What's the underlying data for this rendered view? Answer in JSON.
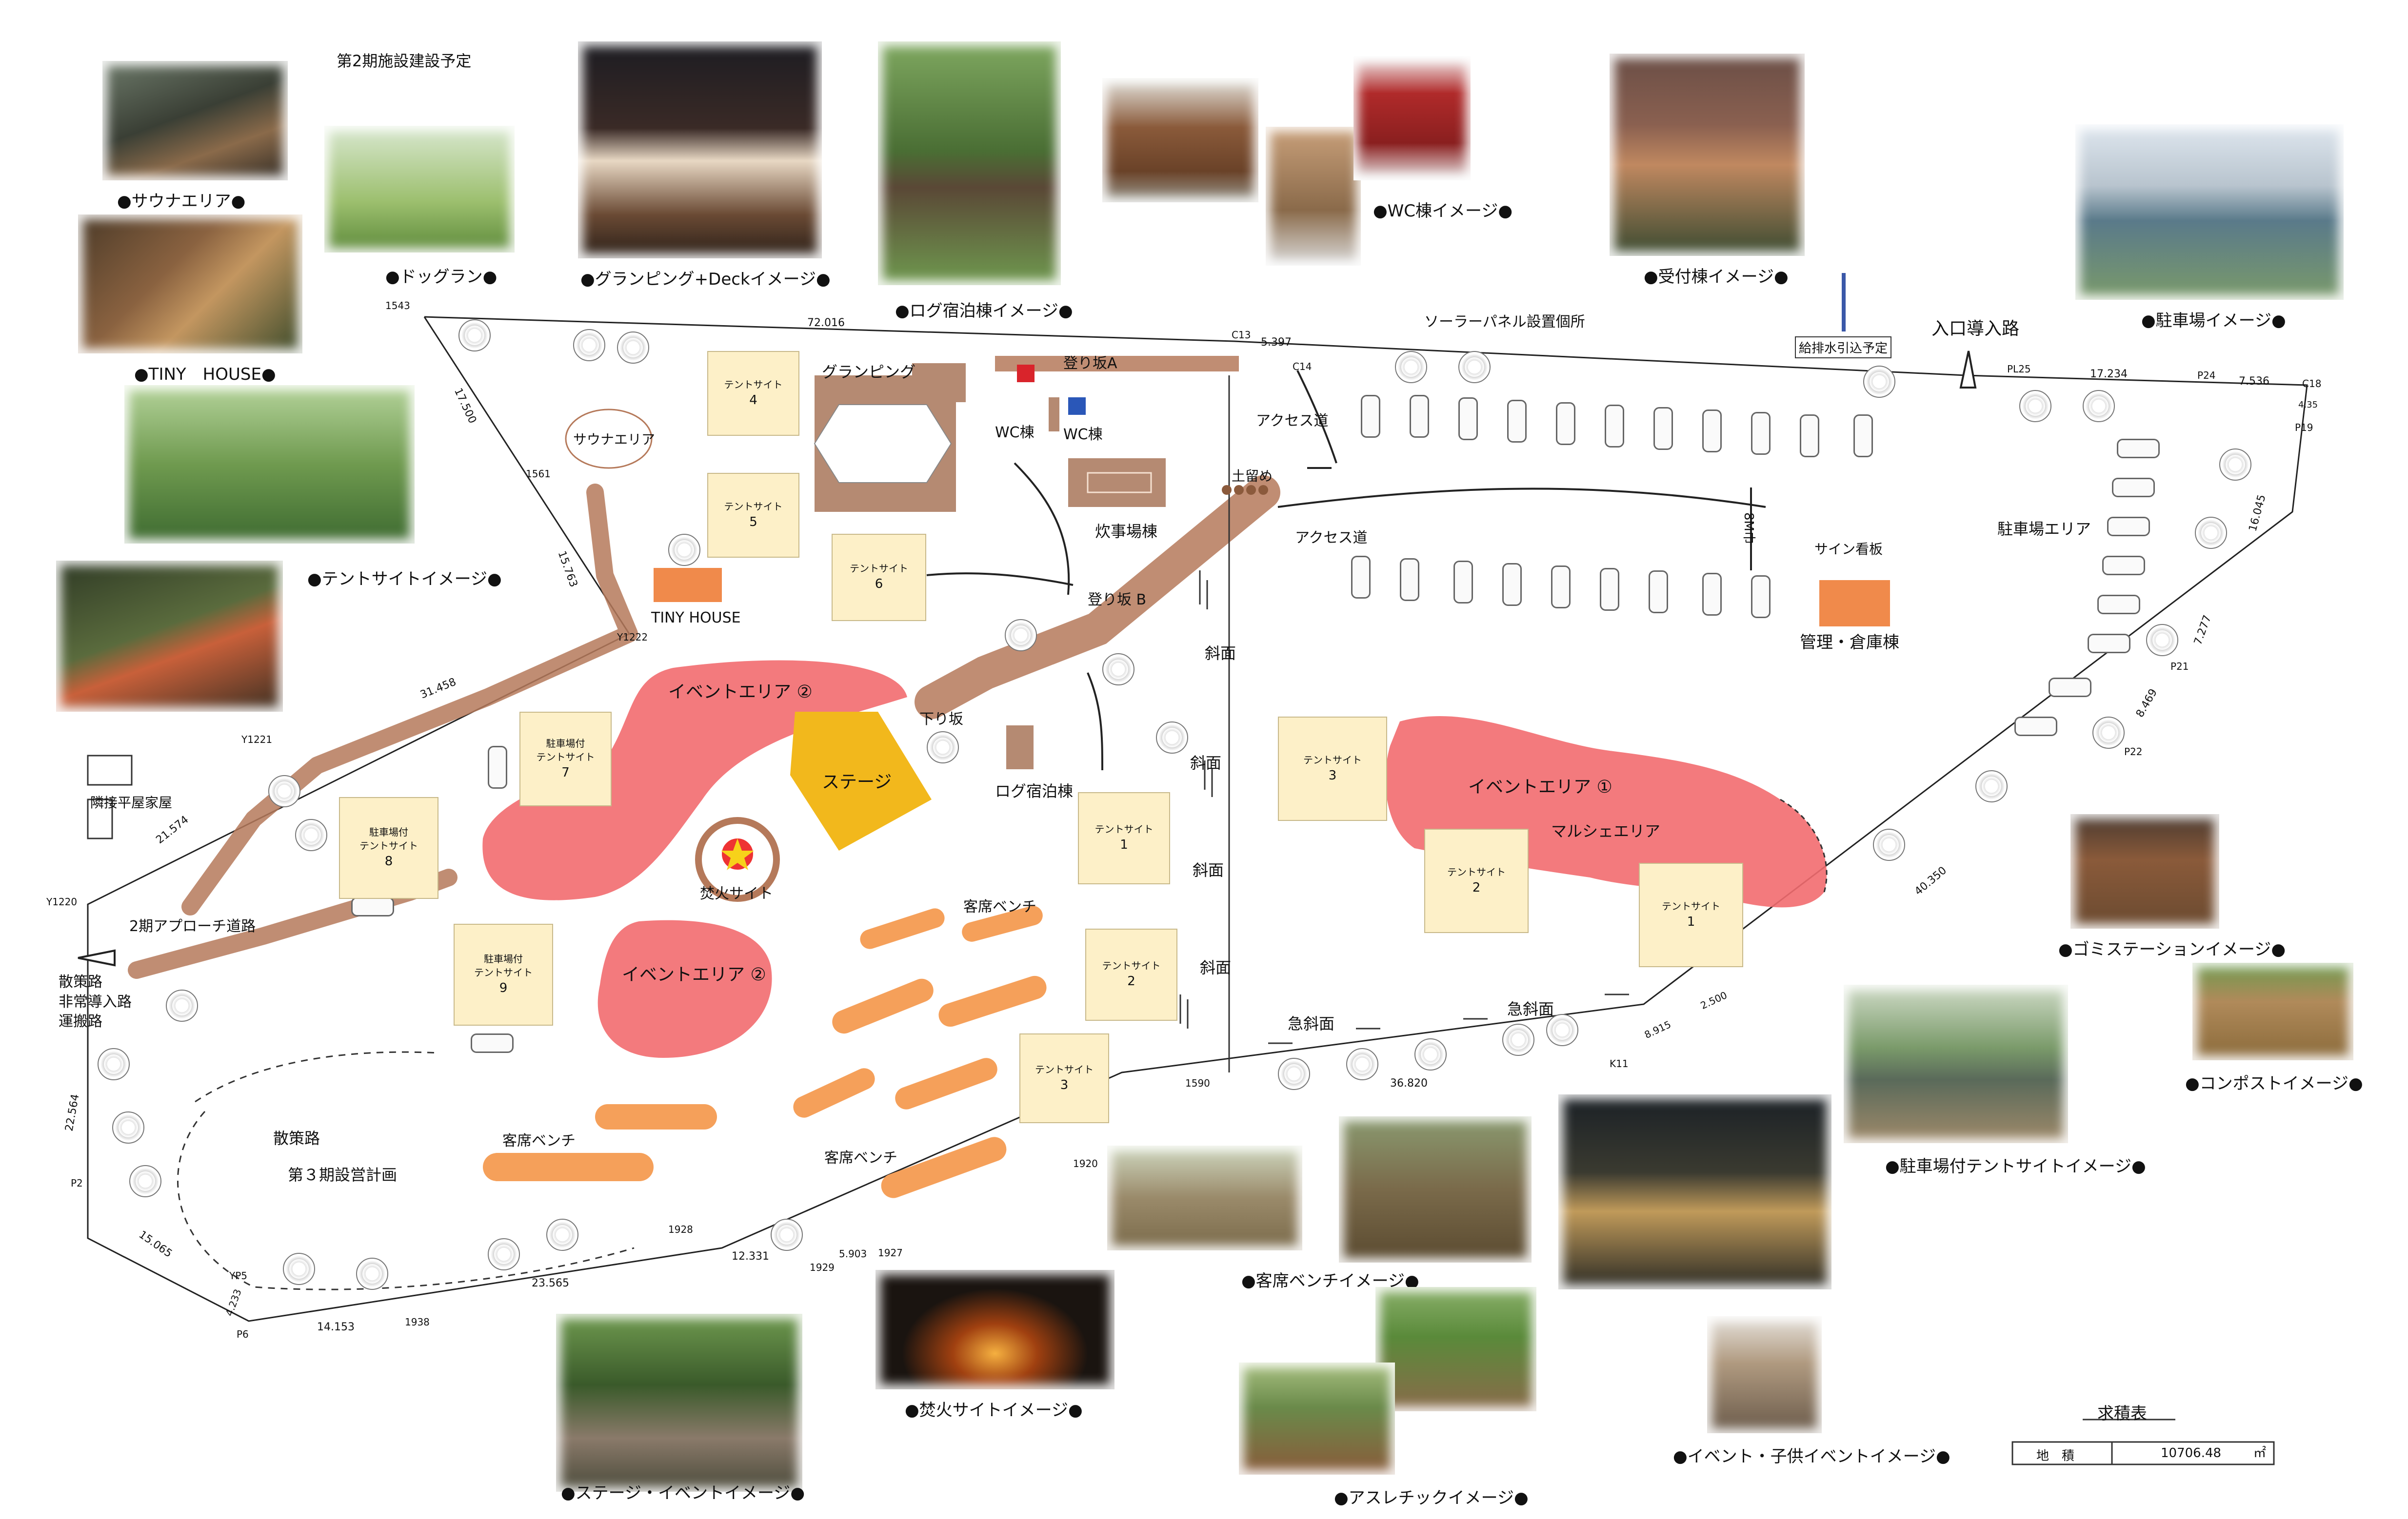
{
  "header": {
    "phase2_plan": "第2期施設建設予定"
  },
  "photo_captions": {
    "sauna": "サウナエリア",
    "dogrun": "ドッグラン",
    "glamping": "グランピング+Deckイメージ",
    "log_cabin": "ログ宿泊棟イメージ",
    "wc": "WC棟イメージ",
    "reception": "受付棟イメージ",
    "parking": "駐車場イメージ",
    "tiny_house": "TINY　HOUSE",
    "tent_site": "テントサイトイメージ",
    "garbage": "ゴミステーションイメージ",
    "compost": "コンポストイメージ",
    "car_tent": "駐車場付テントサイトイメージ",
    "bench": "客席ベンチイメージ",
    "stage_event": "ステージ・イベントイメージ",
    "bonfire": "焚火サイトイメージ",
    "athletic": "アスレチックイメージ",
    "kids_event": "イベント・子供イベントイメージ"
  },
  "map_labels": {
    "solar": "ソーラーパネル設置個所",
    "water": "給排水引込予定",
    "entrance_road": "入口導入路",
    "glamping": "グランピング",
    "sauna_area": "サウナエリア",
    "tiny_house": "TINY HOUSE",
    "wc1": "WC棟",
    "wc2": "WC棟",
    "slope_a": "登り坂A",
    "slope_b": "登り坂 B",
    "down_slope": "下り坂",
    "kitchen": "炊事場棟",
    "retaining": "土留め",
    "access1": "アクセス道",
    "access2": "アクセス道",
    "width8m": "8M巾",
    "sign": "サイン看板",
    "mgmt": "管理・倉庫棟",
    "parking_area": "駐車場エリア",
    "event2a": "イベントエリア ②",
    "event2b": "イベントエリア ②",
    "event1": "イベントエリア ①",
    "marche": "マルシェエリア",
    "stage": "ステージ",
    "bonfire": "焚火サイト",
    "log_cabin": "ログ宿泊棟",
    "bench1": "客席ベンチ",
    "bench2": "客席ベンチ",
    "bench3": "客席ベンチ",
    "slope1": "斜面",
    "slope2": "斜面",
    "slope3": "斜面",
    "slope4": "斜面",
    "steep1": "急斜面",
    "steep2": "急斜面",
    "phase2_road": "2期アプローチ道路",
    "neighbor": "隣接平屋家屋",
    "walk_entry": "散策路",
    "emergency": "非常導入路",
    "transport": "運搬路",
    "walk_path": "散策路",
    "phase3": "第３期設営計画"
  },
  "tent_sites": {
    "label": "テントサイト",
    "car_label": "駐車場付",
    "t4": "4",
    "t5": "5",
    "t6": "6",
    "t3a": "3",
    "t2a": "2",
    "t1a": "1",
    "t1b": "1",
    "t2b": "2",
    "t3b": "3",
    "c7": "7",
    "c8": "8",
    "c9": "9"
  },
  "survey": {
    "p1543": "1543",
    "d72016": "72.016",
    "c13": "C13",
    "d5397": "5.397",
    "c14": "C14",
    "pl25": "PL25",
    "d17234": "17.234",
    "p24": "P24",
    "d7536": "7.536",
    "c18": "C18",
    "p19": "P19",
    "d435": "4.35",
    "d16045": "16.045",
    "d7277": "7.277",
    "p21": "P21",
    "d8469": "8.469",
    "p22": "P22",
    "d40350": "40.350",
    "d2500": "2.500",
    "d8915": "8.915",
    "k11": "K11",
    "d36820": "36.820",
    "p1590": "1590",
    "p1920": "1920",
    "p1928": "1928",
    "d12331": "12.331",
    "p1929": "1929",
    "d5903": "5.903",
    "p1927": "1927",
    "d23565": "23.565",
    "p1938": "1938",
    "d14153": "14.153",
    "p6": "P6",
    "d4233": "4.233",
    "yp5": "YP5",
    "d15065": "15.065",
    "p2": "P2",
    "d22564": "22.564",
    "y1220": "Y1220",
    "d21574": "21.574",
    "y1221": "Y1221",
    "d31458": "31.458",
    "y1222": "Y1222",
    "d15763": "15.763",
    "p1561": "1561",
    "d17500": "17.500"
  },
  "area_table": {
    "title": "求積表",
    "key": "地　積",
    "value": "10706.48",
    "unit": "㎡"
  },
  "colors": {
    "event": "#f26b6f",
    "stage": "#f2b81c",
    "path": "#b5795a",
    "bench": "#f5a05a",
    "tent": "#fdf0c8",
    "orange_bldg": "#f08a4b",
    "building": "#b58a72"
  }
}
